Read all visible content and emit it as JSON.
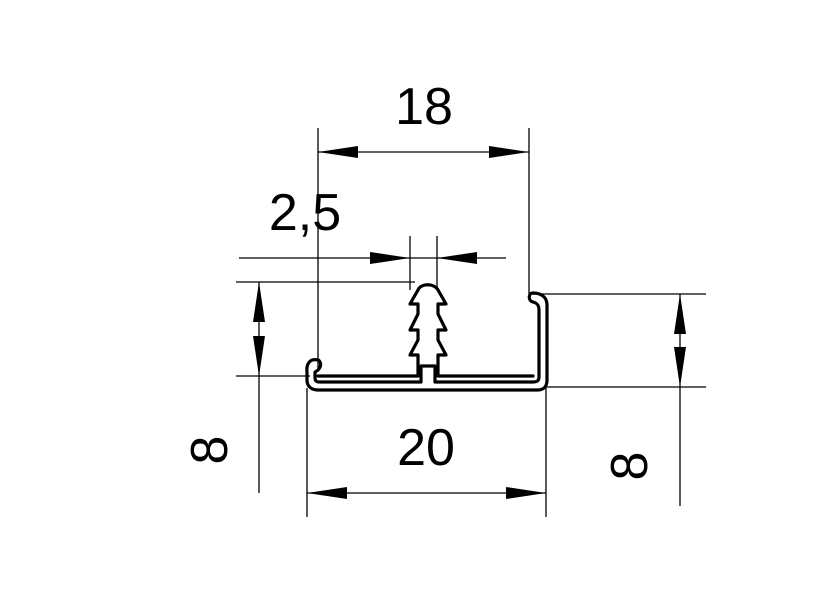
{
  "dimensions": {
    "top_width": "18",
    "tooth_width": "2,5",
    "bottom_width": "20",
    "left_height": "8",
    "right_height": "8"
  }
}
